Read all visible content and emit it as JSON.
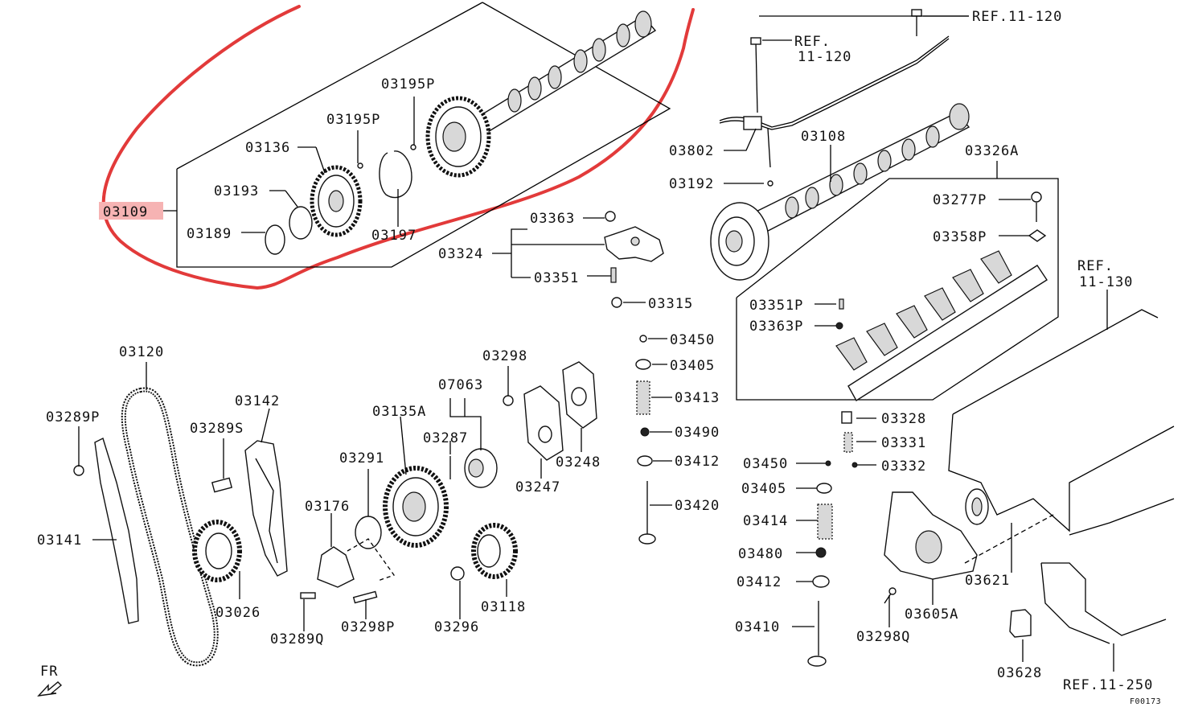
{
  "diagram_id": "F00173",
  "highlight_color": "#e23a3a",
  "labels": {
    "p03195p_a": "03195P",
    "p03195p_b": "03195P",
    "p03136": "03136",
    "p03193": "03193",
    "p03109": "03109",
    "p03189": "03189",
    "p03197": "03197",
    "p03363": "03363",
    "p03324": "03324",
    "p03351": "03351",
    "p03315": "03315",
    "ref_11_120_a_line1": "REF.",
    "ref_11_120_a_line2": "11-120",
    "ref_11_120_b": "REF.11-120",
    "p03802": "03802",
    "p03108": "03108",
    "p03192": "03192",
    "p03326a": "03326A",
    "p03277p": "03277P",
    "p03358p": "03358P",
    "ref_11_130_line1": "REF.",
    "ref_11_130_line2": "11-130",
    "p03351p": "03351P",
    "p03363p": "03363P",
    "p03450_a": "03450",
    "p03405_a": "03405",
    "p03413": "03413",
    "p03490": "03490",
    "p03412_a": "03412",
    "p03420": "03420",
    "p03120": "03120",
    "p03142": "03142",
    "p03289p": "03289P",
    "p03289s": "03289S",
    "p03141": "03141",
    "p03026": "03026",
    "p03298": "03298",
    "p07063": "07063",
    "p03135a": "03135A",
    "p03287": "03287",
    "p03291": "03291",
    "p03176": "03176",
    "p03247": "03247",
    "p03248": "03248",
    "p03118": "03118",
    "p03296": "03296",
    "p03289q": "03289Q",
    "p03298p": "03298P",
    "p03328": "03328",
    "p03331": "03331",
    "p03332": "03332",
    "p03450_b": "03450",
    "p03405_b": "03405",
    "p03414": "03414",
    "p03480": "03480",
    "p03412_b": "03412",
    "p03410": "03410",
    "p03621": "03621",
    "p03605a": "03605A",
    "p03298q": "03298Q",
    "p03628": "03628",
    "ref_11_250": "REF.11-250",
    "fr": "FR",
    "footer_code": "F00173"
  }
}
